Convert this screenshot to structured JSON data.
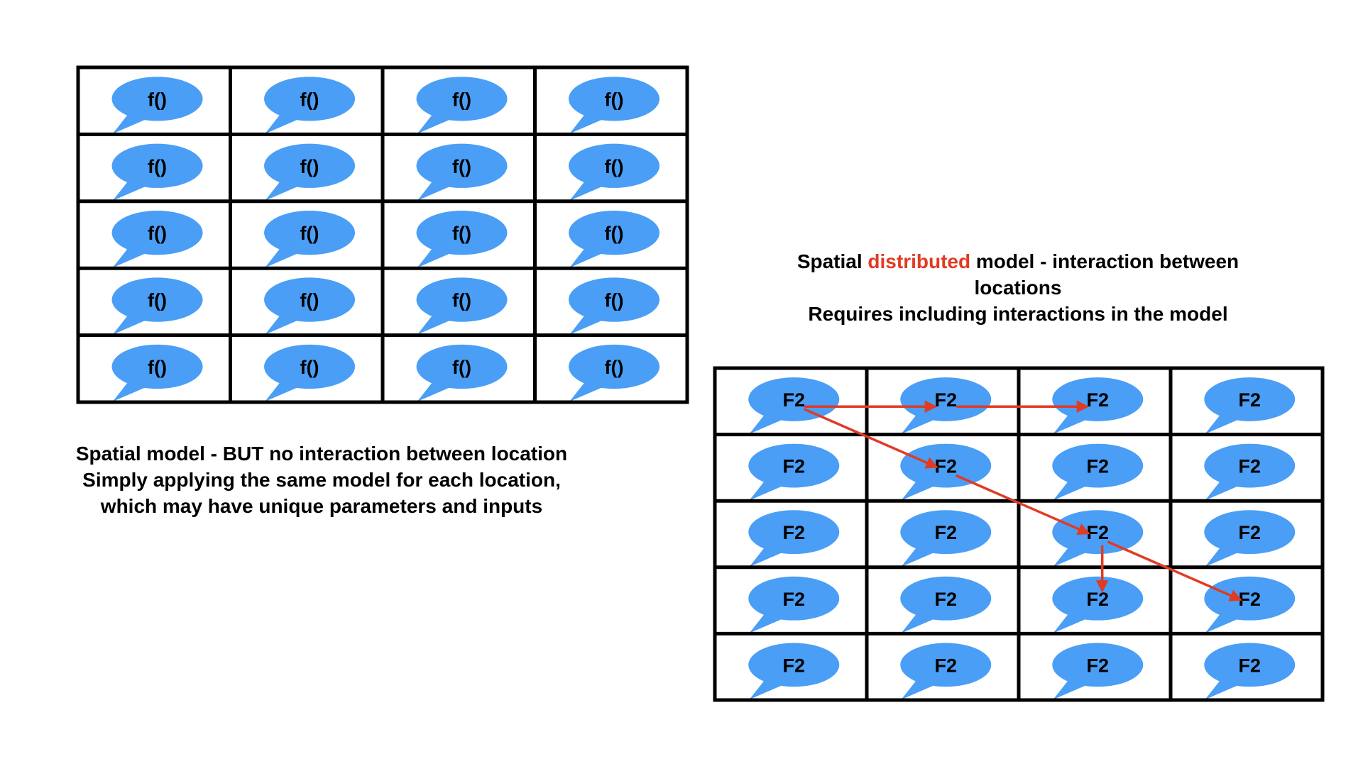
{
  "colors": {
    "bubble": "#4a9ef5",
    "grid_line": "#000000",
    "arrow": "#e03b24",
    "highlight": "#e03b24",
    "text": "#000000"
  },
  "left_panel": {
    "rows": 5,
    "cols": 4,
    "cell_label": "f()",
    "caption_lines": [
      "Spatial model - BUT no interaction between location",
      "Simply applying the same model for each location,",
      "which may have unique parameters and inputs"
    ]
  },
  "right_panel": {
    "rows": 5,
    "cols": 4,
    "cell_label": "F2",
    "caption": {
      "line1_before": "Spatial ",
      "line1_highlight": "distributed",
      "line1_after": " model - interaction between",
      "line2": "locations",
      "line3": "Requires including interactions in the model"
    },
    "interaction_arrows": [
      {
        "from": [
          0,
          0
        ],
        "to": [
          0,
          1
        ]
      },
      {
        "from": [
          0,
          1
        ],
        "to": [
          0,
          2
        ]
      },
      {
        "from": [
          0,
          0
        ],
        "to": [
          1,
          1
        ]
      },
      {
        "from": [
          1,
          1
        ],
        "to": [
          2,
          2
        ]
      },
      {
        "from": [
          2,
          2
        ],
        "to": [
          3,
          3
        ]
      },
      {
        "from": [
          2,
          2
        ],
        "to": [
          3,
          2
        ]
      }
    ]
  }
}
